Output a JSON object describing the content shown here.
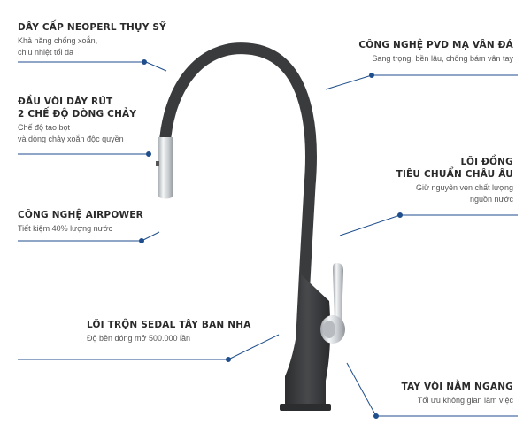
{
  "features": {
    "neoperl": {
      "title": "DÂY CẤP NEOPERL THỤY SỸ",
      "desc1": "Khả năng chống xoắn,",
      "desc2": "chịu nhiệt tối đa"
    },
    "pvd": {
      "title": "CÔNG NGHỆ PVD MẠ VÂN ĐÁ",
      "desc1": "Sang trọng, bền lâu, chống bám vân tay"
    },
    "pullout": {
      "title1": "ĐẦU VÒI DÂY RÚT",
      "title2": "2 CHẾ ĐỘ DÒNG CHẢY",
      "desc1": "Chế độ tạo bọt",
      "desc2": "và dòng chảy xoắn độc quyền"
    },
    "copper": {
      "title1": "LÕI ĐỒNG",
      "title2": "TIÊU CHUẨN CHÂU ÂU",
      "desc1": "Giữ nguyên vẹn chất lượng",
      "desc2": "nguồn nước"
    },
    "airpower": {
      "title": "CÔNG NGHỆ AIRPOWER",
      "desc1": "Tiết kiệm 40% lượng nước"
    },
    "sedal": {
      "title": "LÕI TRỘN SEDAL TÂY BAN NHA",
      "desc1": "Độ bền đóng mở 500.000 lần"
    },
    "handle": {
      "title": "TAY VÒI NẰM NGANG",
      "desc1": "Tối ưu không gian làm việc"
    }
  },
  "colors": {
    "accent": "#1f4e8c",
    "faucet_body": "#3a3b3d",
    "chrome": "#d9dcdf"
  }
}
